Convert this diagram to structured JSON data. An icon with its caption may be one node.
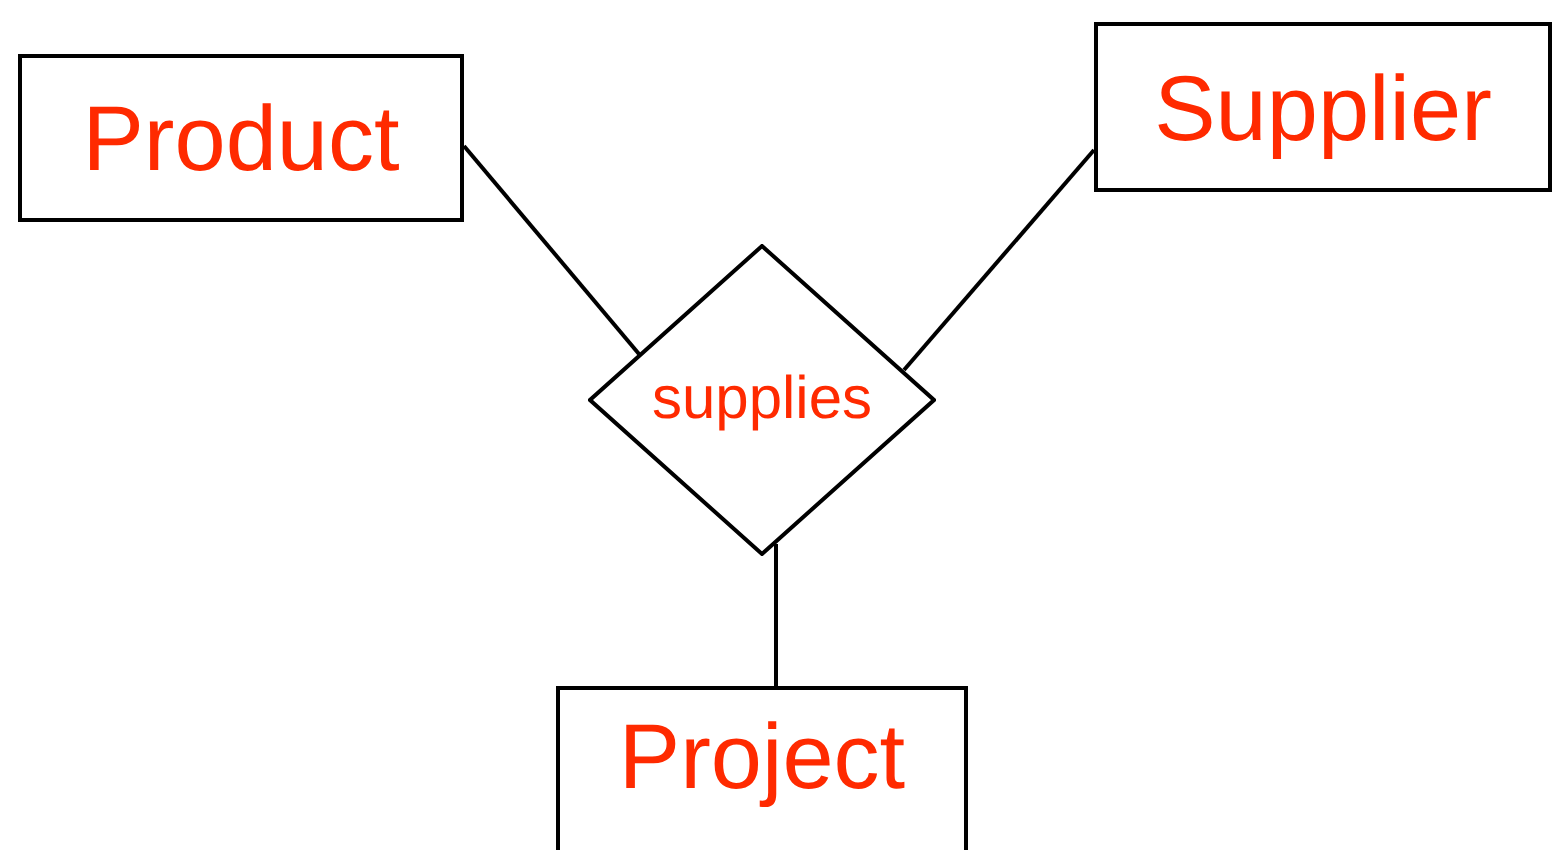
{
  "diagram": {
    "nodes": [
      {
        "text": [
          "Product"
        ]
      },
      {
        "text": [
          "Supplier"
        ]
      },
      {
        "text": [
          "supplies"
        ]
      },
      {
        "text": [
          "Project"
        ]
      }
    ],
    "edges": [
      {
        "from": 0,
        "to": 2,
        "arrow": "none"
      },
      {
        "from": 1,
        "to": 2,
        "arrow": "none"
      },
      {
        "from": 2,
        "to": 3,
        "arrow": "none"
      }
    ]
  }
}
